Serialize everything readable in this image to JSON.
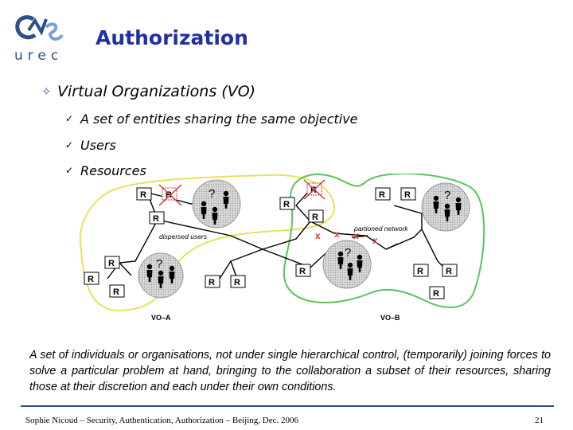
{
  "logo": {
    "lettering": "CNRS",
    "subtitle": "urec"
  },
  "slide": {
    "title": "Authorization",
    "bullet": "Virtual Organizations (VO)",
    "subbullets": [
      "A set of entities sharing the same objective",
      "Users",
      "Resources"
    ]
  },
  "diagram": {
    "resource_letter": "R",
    "question_mark": "?",
    "cross_mark": "x",
    "label_dispersed": "dispersed users",
    "label_partitioned": "partioned network",
    "vo_a": "VO–A",
    "vo_b": "VO–B",
    "colors": {
      "vo_a_outline": "#e8e25a",
      "vo_b_outline": "#5cc25c",
      "crossed": "#d53a3a",
      "circle_fill": "#cfcfcf"
    }
  },
  "description": "A set of individuals or organisations, not under single hierarchical control, (temporarily) joining forces to solve a particular problem at hand, bringing to the collaboration a subset of their resources, sharing those at their discretion and each under their own conditions.",
  "footer": {
    "text": "Sophie Nicoud – Security, Authentication, Authorization – Beijing, Dec. 2006",
    "page": "21"
  }
}
